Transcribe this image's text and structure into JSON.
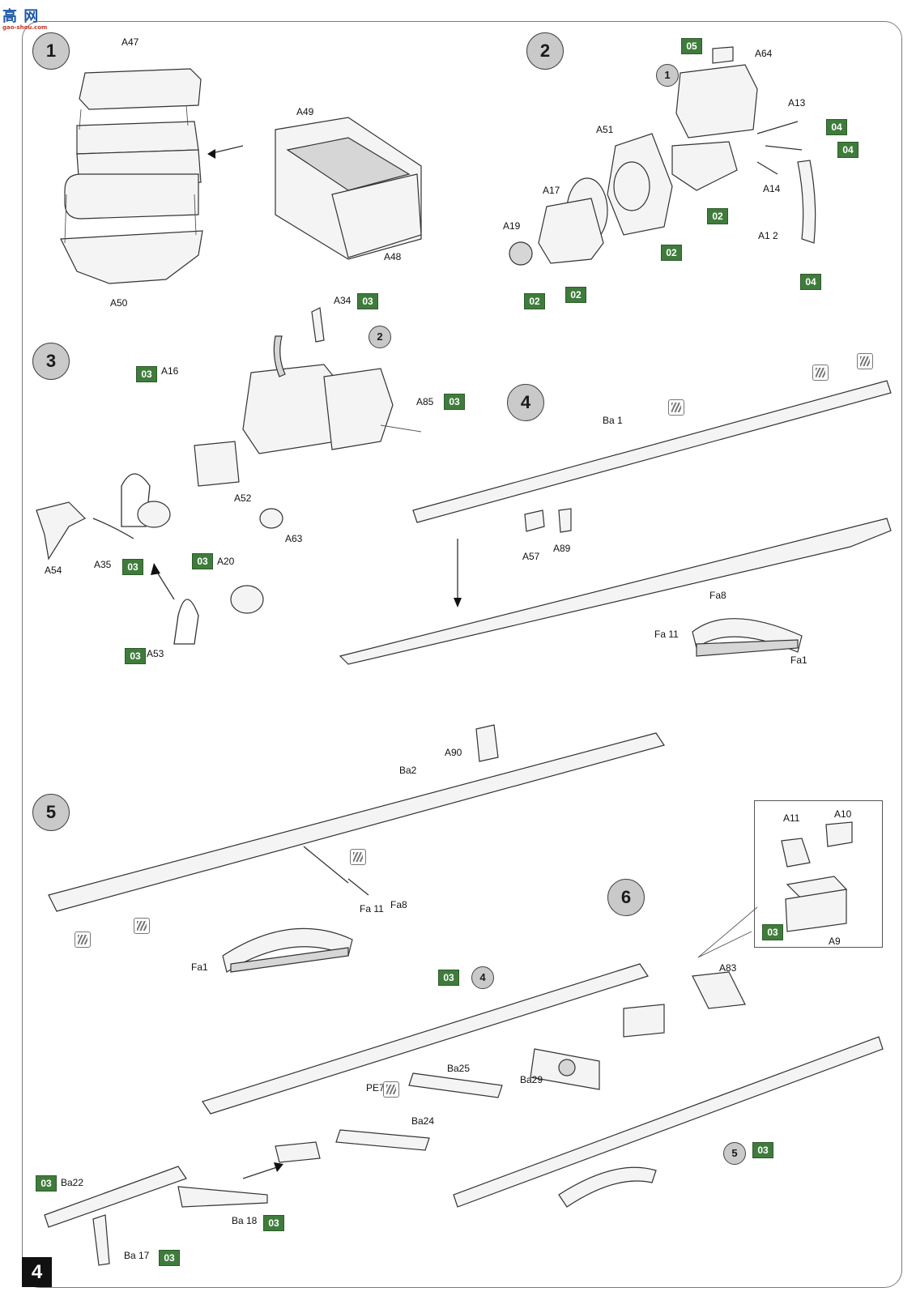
{
  "page_number": "4",
  "logo": {
    "glyph": "高 网",
    "sub": "gao-shou.com"
  },
  "steps": [
    "1",
    "2",
    "3",
    "4",
    "5",
    "6"
  ],
  "refs": {
    "s2": "1",
    "s3": "2",
    "s6a": "4",
    "s6b": "5"
  },
  "labels": {
    "A47": "A47",
    "A49": "A49",
    "A48": "A48",
    "A50": "A50",
    "A64": "A64",
    "A51": "A51",
    "A13": "A13",
    "A17": "A17",
    "A19": "A19",
    "A14": "A14",
    "A12": "A1 2",
    "A34": "A34",
    "A16": "A16",
    "A85": "A85",
    "A52": "A52",
    "A63": "A63",
    "A54": "A54",
    "A35": "A35",
    "A20": "A20",
    "A53": "A53",
    "Ba1": "Ba 1",
    "A57": "A57",
    "A89": "A89",
    "Fa8a": "Fa8",
    "Fa11a": "Fa 11",
    "Fa1a": "Fa1",
    "A90": "A90",
    "Ba2": "Ba2",
    "Fa11b": "Fa 11",
    "Fa8b": "Fa8",
    "Fa1b": "Fa1",
    "A11": "A11",
    "A10": "A10",
    "A9": "A9",
    "A83": "A83",
    "Ba25": "Ba25",
    "Ba29": "Ba29",
    "PE7": "PE7",
    "Ba24": "Ba24",
    "Ba22": "Ba22",
    "Ba18": "Ba 18",
    "Ba17": "Ba 17"
  },
  "badges": {
    "b05": "05",
    "b04a": "04",
    "b04b": "04",
    "b02a": "02",
    "b02b": "02",
    "b02c": "02",
    "b02d": "02",
    "b04c": "04",
    "b03a": "03",
    "b03b": "03",
    "b03c": "03",
    "b03d": "03",
    "b03e": "03",
    "b03f": "03",
    "b03g": "03",
    "b03h": "03",
    "b03i": "03",
    "b03j": "03",
    "b03k": "03"
  },
  "colors": {
    "badge_green": "#3f7c3c",
    "step_grey": "#c9c9c9"
  },
  "icons": [
    "paint-swatch-icon"
  ]
}
